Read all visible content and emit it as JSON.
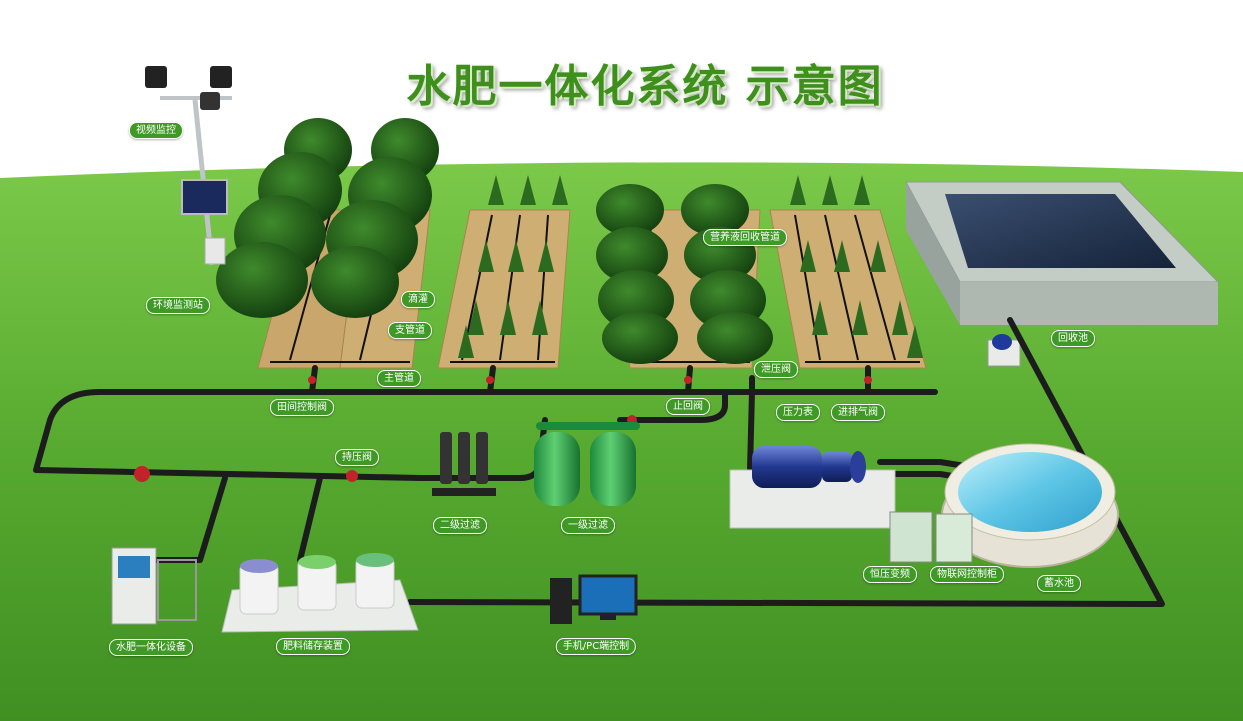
{
  "title": "水肥一体化系统  示意图",
  "labels": {
    "video_monitor": "视频监控",
    "env_station": "环境监测站",
    "drip": "滴灌",
    "branch_pipe": "支管道",
    "main_pipe": "主管道",
    "field_valve": "田间控制阀",
    "nutrient_return_pipe": "营养液回收管道",
    "relief_valve": "泄压阀",
    "check_valve": "止回阀",
    "pressure_gauge": "压力表",
    "air_valve": "进排气阀",
    "recovery_pool": "回收池",
    "pressure_hold_valve": "持压阀",
    "secondary_filter": "二级过滤",
    "primary_filter": "一级过滤",
    "vfd": "恒压变频",
    "iot_cabinet": "物联网控制柜",
    "storage_pool": "蓄水池",
    "fertigation_device": "水肥一体化设备",
    "fertilizer_storage": "肥料储存装置",
    "pc_control": "手机/PC端控制"
  },
  "colors": {
    "grass": "#52a62c",
    "grass_light": "#6cc03a",
    "pipe": "#1c1c1c",
    "soil": "#caa76c",
    "tree": "#1f5a17",
    "water": "#2a3d5a",
    "pool_water": "#7fd6ec",
    "label_bg": "#3e9a24"
  }
}
